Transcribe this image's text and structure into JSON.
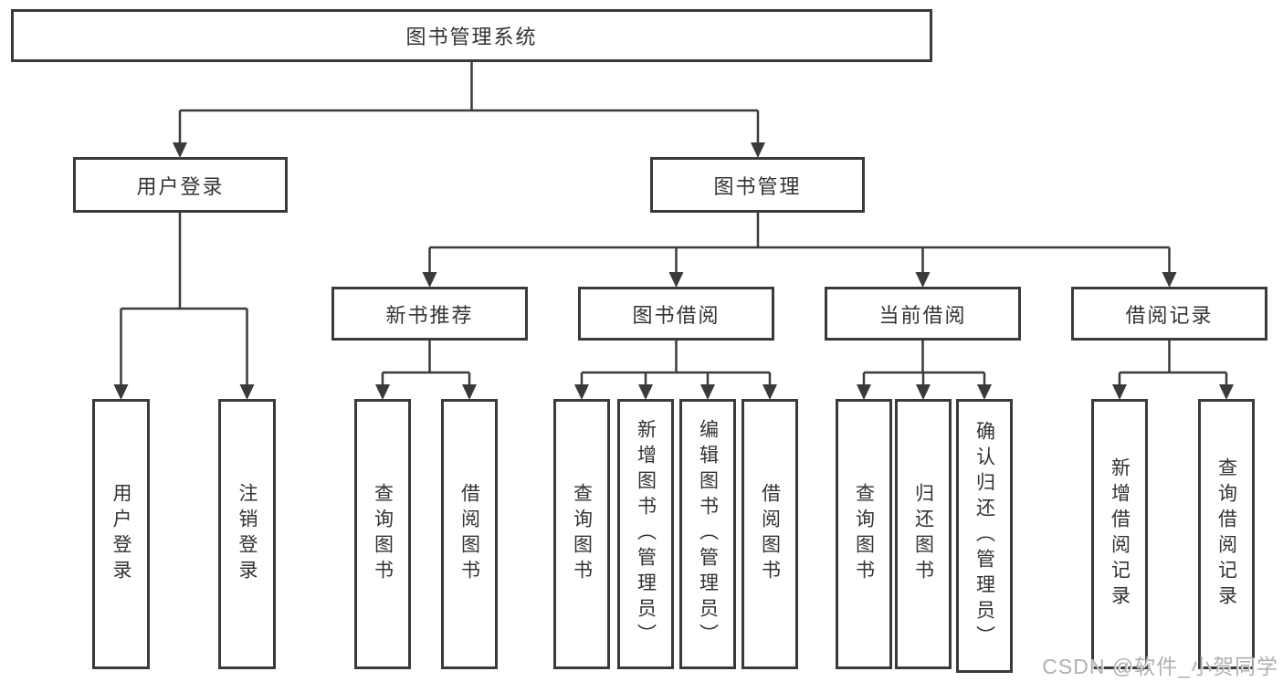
{
  "tree": {
    "label": "图书管理系统",
    "children": [
      {
        "label": "用户登录",
        "children": [
          {
            "label": "用户登录"
          },
          {
            "label": "注销登录"
          }
        ]
      },
      {
        "label": "图书管理",
        "children": [
          {
            "label": "新书推荐",
            "children": [
              {
                "label": "查询图书"
              },
              {
                "label": "借阅图书"
              }
            ]
          },
          {
            "label": "图书借阅",
            "children": [
              {
                "label": "查询图书"
              },
              {
                "label": "新增图书（管理员）"
              },
              {
                "label": "编辑图书（管理员）"
              },
              {
                "label": "借阅图书"
              }
            ]
          },
          {
            "label": "当前借阅",
            "children": [
              {
                "label": "查询图书"
              },
              {
                "label": "归还图书"
              },
              {
                "label": "确认归还（管理员）"
              }
            ]
          },
          {
            "label": "借阅记录",
            "children": [
              {
                "label": "新增借阅记录"
              },
              {
                "label": "查询借阅记录"
              }
            ]
          }
        ]
      }
    ]
  },
  "watermark": {
    "text": "CSDN @软件_小贺同学"
  },
  "colors": {
    "line": "#3a3a3a",
    "box_border": "#3a3a3a",
    "text": "#333333",
    "background": "#ffffff",
    "watermark": "#b0b0b0"
  }
}
